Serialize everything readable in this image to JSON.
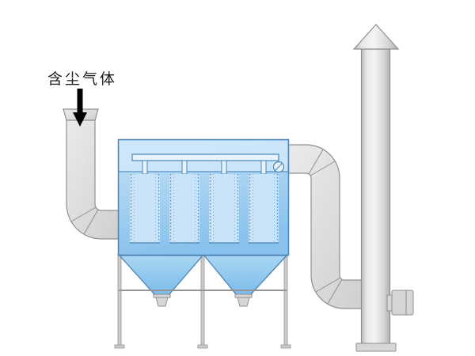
{
  "labels": {
    "dusty_gas": "含尘气体"
  },
  "counts": {
    "filter_bags": 4,
    "hoppers": 2
  },
  "colors": {
    "background": "#ffffff",
    "duct_stroke": "#8f8f8f",
    "housing_stroke": "#4a84b6",
    "plenum_fill": "#cfe8fa",
    "bag_fill": "#c9e4f8",
    "bag_stroke": "#4d87b5",
    "bag_stroke_inner": "#7fb3d9",
    "fitting_fill": "#d6d6d6",
    "frame_fill": "#cccccc",
    "frame_stroke": "#949494",
    "arrow": "#000000",
    "text": "#1d1d1d"
  }
}
